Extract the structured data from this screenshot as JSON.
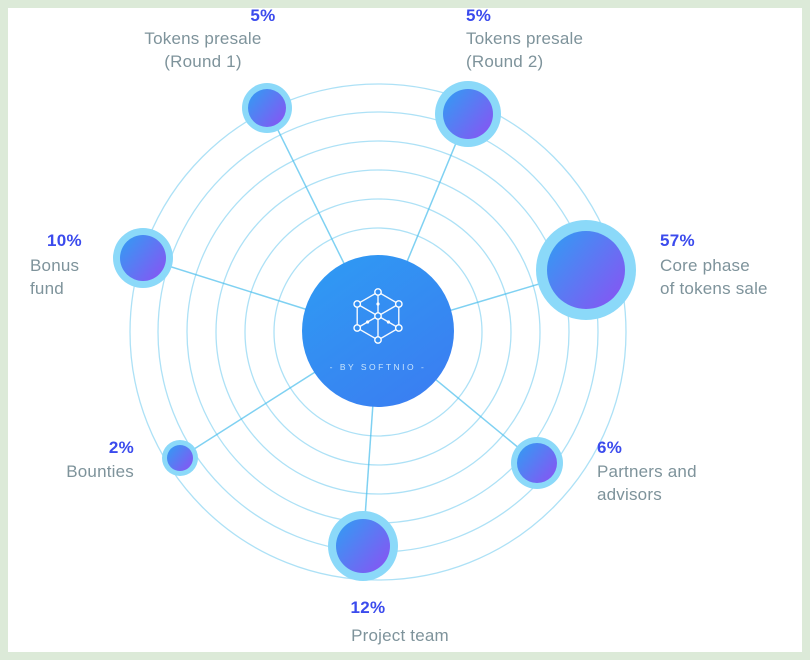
{
  "center": {
    "brand_text": "- BY SOFTNIO -",
    "logo": "hex-network-icon"
  },
  "nodes": [
    {
      "id": "presale-round-1",
      "percent": "5%",
      "label": "Tokens presale\n(Round 1)"
    },
    {
      "id": "presale-round-2",
      "percent": "5%",
      "label": "Tokens presale\n(Round 2)"
    },
    {
      "id": "core-phase",
      "percent": "57%",
      "label": "Core phase\nof tokens sale"
    },
    {
      "id": "bonus-fund",
      "percent": "10%",
      "label": "Bonus\nfund"
    },
    {
      "id": "bounties",
      "percent": "2%",
      "label": "Bounties"
    },
    {
      "id": "partners-advisors",
      "percent": "6%",
      "label": "Partners and\nadvisors"
    },
    {
      "id": "project-team",
      "percent": "12%",
      "label": "Project team"
    }
  ],
  "colors": {
    "percent_text": "#3b4bed",
    "label_text": "#7e939b",
    "orbit_stroke": "#49bdec",
    "node_ring": "#8bd9f9",
    "node_gradient_start": "#2f9ef3",
    "node_gradient_end": "#8457f3",
    "center_gradient_start": "#2e9cf3",
    "center_gradient_end": "#3a7ff2",
    "background_frame": "#dcead8",
    "canvas": "#ffffff"
  }
}
